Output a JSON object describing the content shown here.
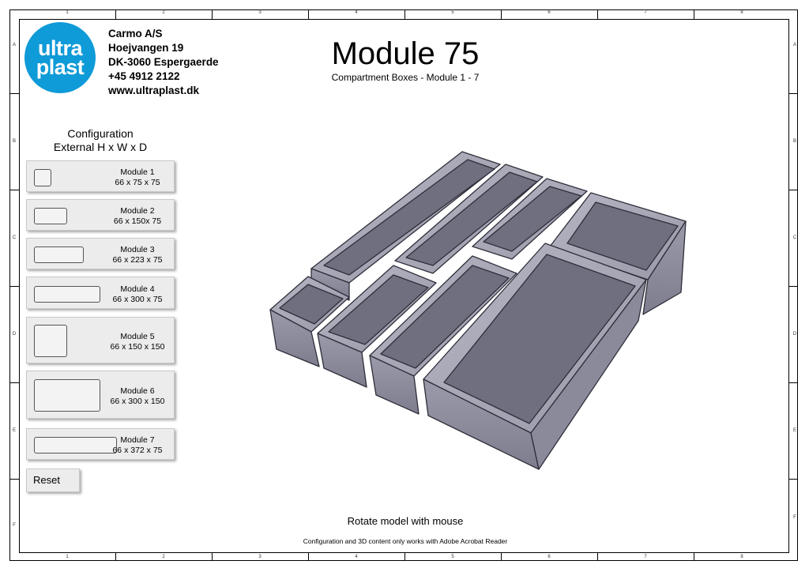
{
  "company": {
    "logo_line1": "ultra",
    "logo_line2": "plast",
    "name": "Carmo A/S",
    "street": "Hoejvangen 19",
    "city": "DK-3060 Espergaerde",
    "phone": "+45 4912 2122",
    "web": "www.ultraplast.dk"
  },
  "title": "Module 75",
  "subtitle": "Compartment Boxes - Module 1 - 7",
  "config": {
    "heading_line1": "Configuration",
    "heading_line2": "External H x W x D"
  },
  "modules": [
    {
      "label": "Module 1",
      "dims": "66 x 75 x 75"
    },
    {
      "label": "Module 2",
      "dims": "66 x 150x 75"
    },
    {
      "label": "Module 3",
      "dims": "66 x 223 x 75"
    },
    {
      "label": "Module 4",
      "dims": "66 x 300 x 75"
    },
    {
      "label": "Module 5",
      "dims": "66 x 150 x 150"
    },
    {
      "label": "Module 6",
      "dims": "66 x 300 x 150"
    },
    {
      "label": "Module 7",
      "dims": "66 x 372 x 75"
    }
  ],
  "reset_label": "Reset",
  "rotate_hint": "Rotate model with mouse",
  "footer_note": "Configuration and 3D content only works with Adobe Acrobat Reader",
  "border": {
    "columns": [
      "1",
      "2",
      "3",
      "4",
      "5",
      "6",
      "7",
      "8"
    ],
    "rows": [
      "A",
      "B",
      "C",
      "D",
      "E",
      "F"
    ]
  },
  "colors": {
    "logo_blue": "#0f9ad8",
    "box_face": "#8c8c9c",
    "box_inner": "#a9a9b8",
    "box_floor": "#6f6f7f",
    "button_bg": "#ececec"
  }
}
